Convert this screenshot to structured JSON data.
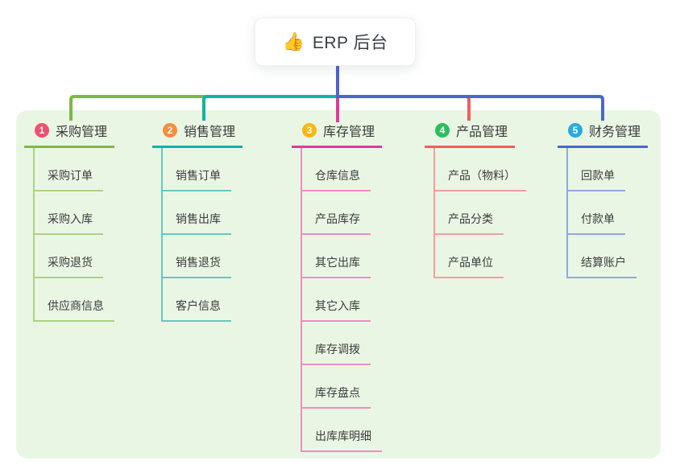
{
  "root": {
    "icon": "👍",
    "title": "ERP 后台"
  },
  "colors": {
    "page_bg": "#ffffff",
    "panel_bg": "#e9f6e4",
    "stem": "#5062d2"
  },
  "branches": [
    {
      "number": "1",
      "title": "采购管理",
      "badge_color": "#f0506e",
      "line_color": "#7db845",
      "child_line_color": "#aad381",
      "children": [
        "采购订单",
        "采购入库",
        "采购退货",
        "供应商信息"
      ]
    },
    {
      "number": "2",
      "title": "销售管理",
      "badge_color": "#fa8c3c",
      "line_color": "#12b2a8",
      "child_line_color": "#66c9bf",
      "children": [
        "销售订单",
        "销售出库",
        "销售退货",
        "客户信息"
      ]
    },
    {
      "number": "3",
      "title": "库存管理",
      "badge_color": "#fbb616",
      "line_color": "#e0399b",
      "child_line_color": "#f08cc4",
      "children": [
        "仓库信息",
        "产品库存",
        "其它出库",
        "其它入库",
        "库存调拨",
        "库存盘点",
        "出库库明细"
      ]
    },
    {
      "number": "4",
      "title": "产品管理",
      "badge_color": "#2ebf60",
      "line_color": "#f15d5d",
      "child_line_color": "#f59d9d",
      "children": [
        "产品（物料）",
        "产品分类",
        "产品单位"
      ]
    },
    {
      "number": "5",
      "title": "财务管理",
      "badge_color": "#2baae1",
      "line_color": "#4a68ca",
      "child_line_color": "#93a7de",
      "children": [
        "回款单",
        "付款单",
        "结算账户"
      ]
    }
  ]
}
